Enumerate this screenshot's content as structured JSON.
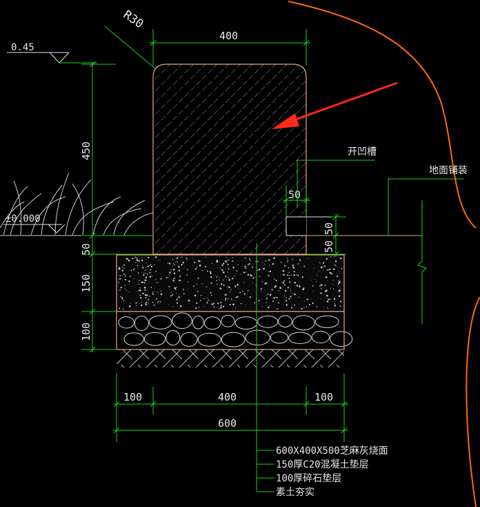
{
  "drawing": {
    "radius_label": "R30",
    "elevation_top": "0.45",
    "elevation_ground": "±0.000",
    "dim_width_top": "400",
    "dim_height_block": "450",
    "dim_base_gap": "50",
    "dim_concrete": "150",
    "dim_gravel": "100",
    "dim_bottom_left": "100",
    "dim_bottom_mid": "400",
    "dim_bottom_right": "100",
    "dim_bottom_total": "600",
    "dim_groove": "50",
    "dim_right_a": "50",
    "dim_right_b": "50",
    "label_groove": "开凹槽",
    "label_paving": "地面铺装",
    "notes": [
      "600X400X500芝麻灰烧面",
      "150厚C20混凝土垫层",
      "100厚碎石垫层",
      "素土夯实"
    ]
  },
  "colors": {
    "background": "#000000",
    "dimension": "#19d419",
    "outline": "#e8a88a",
    "hatch": "#cfcfcf",
    "arrow": "#ff2a1a",
    "boundary": "#ff6a10",
    "text": "#e8e8e8"
  }
}
